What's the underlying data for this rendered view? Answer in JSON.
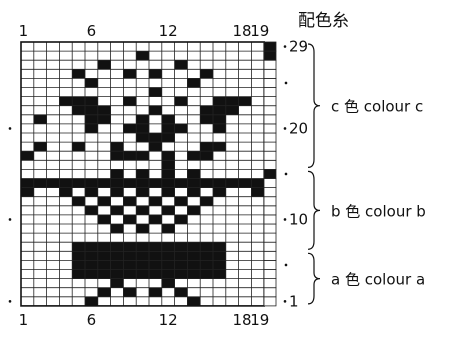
{
  "legend_title": "配色糸",
  "x_ticks": [
    {
      "col": 1,
      "label": "1"
    },
    {
      "col": 6,
      "label": "6"
    },
    {
      "col": 12,
      "label": "12"
    },
    {
      "col": 18,
      "label": "18"
    },
    {
      "col": 19,
      "label": "19"
    }
  ],
  "row_ticks": [
    {
      "row": 29,
      "label": "29"
    },
    {
      "row": 20,
      "label": "20"
    },
    {
      "row": 10,
      "label": "10"
    },
    {
      "row": 1,
      "label": "1"
    }
  ],
  "stripe_marked_rows": [
    29,
    28,
    15
  ],
  "color_sections": [
    {
      "rows": [
        16,
        29
      ],
      "label": "c 色  colour c"
    },
    {
      "rows": [
        7,
        15
      ],
      "label": "b 色  colour b"
    },
    {
      "rows": [
        1,
        6
      ],
      "label": "a 色  colour a"
    }
  ],
  "chart_data": {
    "type": "knitting-chart",
    "columns": 19,
    "rows": 29,
    "pattern_rows_top_to_bottom": [
      "...................",
      ".........#.........",
      "......#.....#......",
      "....#...#.#...#....",
      ".....#.......#.....",
      "..........#........",
      "...###..#...#..###.",
      "....###...#...###..",
      ".#...##..#.#..##...",
      ".....#..##.##..#...",
      ".........###.......",
      ".#..#..#..#...##...",
      "#......###.#.##....",
      "...........#.......",
      ".......#.#.#.#.....",
      "###################",
      "#..#.#.#.#.#.#.#..#",
      "....#.#.#.#.#.#....",
      ".....#.#.#.#.#.....",
      "......#.#.#.#......",
      ".......#.#.#.......",
      "...................",
      "....############...",
      "....############...",
      "....############...",
      "....############...",
      ".......#...#.......",
      "......#.#.#.#......",
      ".....#.......#....."
    ]
  }
}
